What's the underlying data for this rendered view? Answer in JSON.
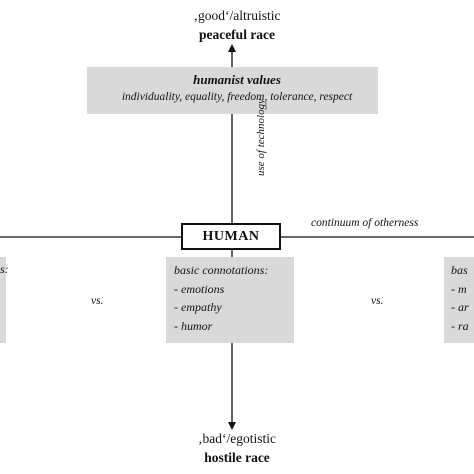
{
  "top": {
    "label": "‚good‘/altruistic",
    "race": "peaceful race"
  },
  "values": {
    "title": "humanist values",
    "list": "individuality, equality, freedom, tolerance, respect"
  },
  "axis_label": "use of technology",
  "center_label": "HUMAN",
  "continuum_label": "continuum of otherness",
  "connotations": {
    "title": "basic connotations:",
    "items": [
      "- emotions",
      "- empathy",
      "- humor"
    ]
  },
  "left_fragment": "s:",
  "right_fragment": [
    "bas",
    "- m",
    "- ar",
    "- ra"
  ],
  "vs_left": "vs.",
  "vs_right": "vs.",
  "bottom": {
    "label": "‚bad‘/egotistic",
    "race": "hostile race"
  }
}
